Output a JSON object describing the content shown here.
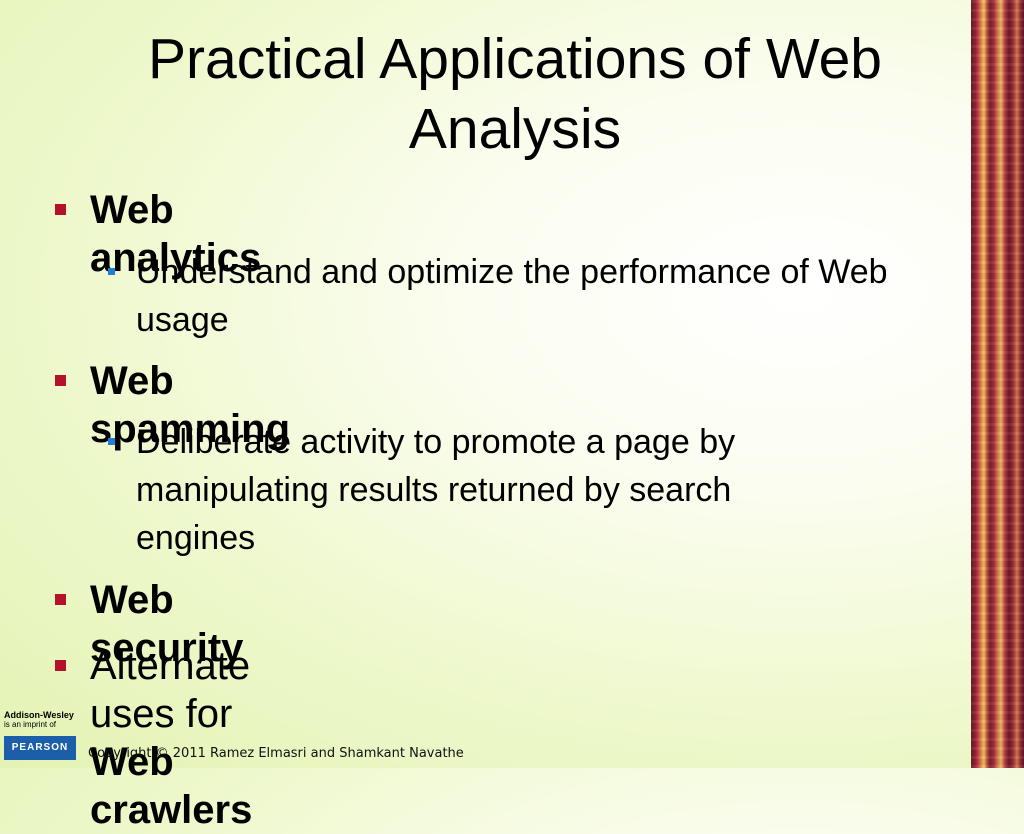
{
  "slide": {
    "title": "Practical Applications of Web Analysis",
    "bullets": [
      {
        "text": "Web analytics",
        "sub": "Understand and optimize the performance of Web usage"
      },
      {
        "text": "Web spamming",
        "sub": "Deliberate activity to promote a page by manipulating results returned by search engines"
      },
      {
        "text": "Web security"
      },
      {
        "prefix": "Alternate uses for ",
        "bold": "Web crawlers"
      }
    ],
    "bullet_color": "#b4122b",
    "sub_bullet_color": "#1f7fd6"
  },
  "logo": {
    "publisher": "Addison-Wesley",
    "imprint": "is an imprint of",
    "parent": "PEARSON"
  },
  "footer": {
    "copyright": "Copyright © 2011 Ramez Elmasri and Shamkant Navathe"
  }
}
